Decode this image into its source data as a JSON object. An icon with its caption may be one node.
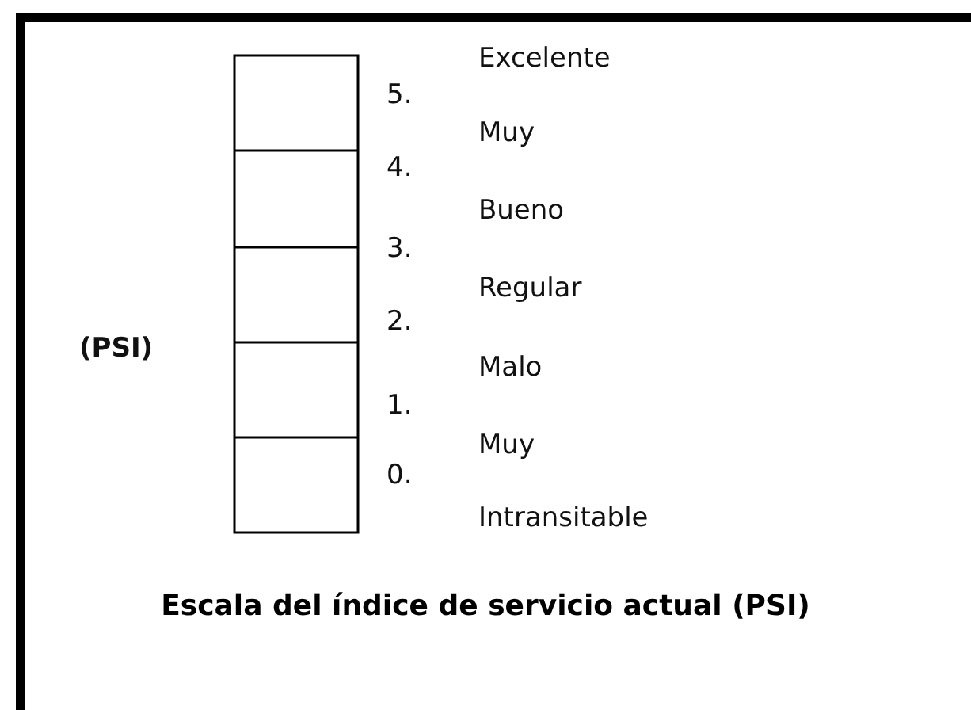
{
  "diagram": {
    "caption": "Escala del índice de servicio actual (PSI)",
    "labels": [
      "Excelente",
      "5.",
      "Muy",
      "4.",
      "Bueno",
      "3.",
      "(PSI)",
      "Regular",
      "2.",
      "Malo",
      "1.",
      "Muy",
      "0.",
      "Intransitable"
    ]
  }
}
